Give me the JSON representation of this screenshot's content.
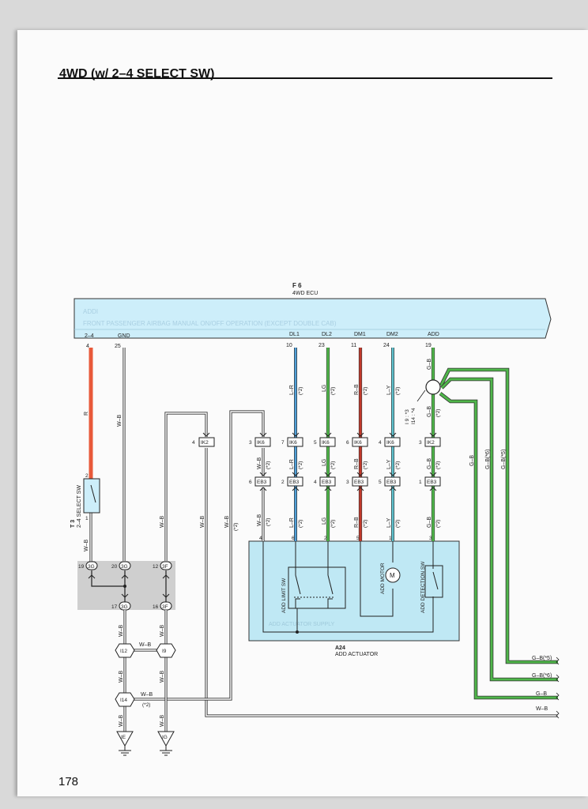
{
  "title": "4WD (w/ 2–4 SELECT SW)",
  "page_number": "178",
  "ecu": {
    "code": "F 6",
    "name": "4WD ECU",
    "ghost_line1": "ADDI",
    "ghost_line2": "FRONT PASSENGER AIRBAG MANUAL ON/OFF OPERATION (EXCEPT DOUBLE CAB)"
  },
  "pins": [
    {
      "num": "4",
      "label": "2–4"
    },
    {
      "num": "25",
      "label": "GND"
    },
    {
      "num": "10",
      "label": "DL1"
    },
    {
      "num": "23",
      "label": "DL2"
    },
    {
      "num": "11",
      "label": "DM1"
    },
    {
      "num": "24",
      "label": "DM2"
    },
    {
      "num": "19",
      "label": "ADD"
    }
  ],
  "wire_labels": {
    "r": "R",
    "wb": "W–B",
    "lr": "L–R",
    "lg": "LG",
    "rb": "R–B",
    "ly": "L–Y",
    "gb": "G–B",
    "gb6": "G–B(*6)",
    "gb5": "G–B(*5)",
    "note2": "(*2)"
  },
  "connectors": {
    "ik2": "IK2",
    "ik6": "IK6",
    "eb3": "EB3",
    "c3g": "3G",
    "c3f": "3F",
    "i12": "I12",
    "i9": "I9",
    "i14": "I14",
    "ie": "IE",
    "ig": "IG"
  },
  "pin_numbers": {
    "p4": "4",
    "p3": "3",
    "p7": "7",
    "p5": "5",
    "p6": "6",
    "p2": "2",
    "p1": "1",
    "p19": "19",
    "p20": "20",
    "p12": "12",
    "p17": "17",
    "p16": "16"
  },
  "splice_note1": "I 9 : *3",
  "splice_note2": "I14 : *4",
  "select_sw": {
    "code": "T 3",
    "name": "2–4 SELECT SW"
  },
  "actuator": {
    "code": "A24",
    "name": "ADD ACTUATOR",
    "limit_sw": "ADD LIMIT SW",
    "motor": "ADD MOTOR",
    "motor_symbol": "M",
    "detection_sw": "ADD DETECTION SW",
    "ghost": "ADD ACTUATOR SUPPLY"
  },
  "right_edge_labels": [
    "G–B(*5)",
    "G–B(*6)",
    "G–B",
    "W–B"
  ],
  "colors": {
    "red": "#e8593a",
    "blue": "#4f9fd8",
    "green": "#4fb64a",
    "darkred": "#c0392b",
    "cyan": "#5fc3cf",
    "ecu_fill": "#cdeefa",
    "actuator_fill": "#bfe8f4",
    "shade": "#cfcfcf"
  }
}
